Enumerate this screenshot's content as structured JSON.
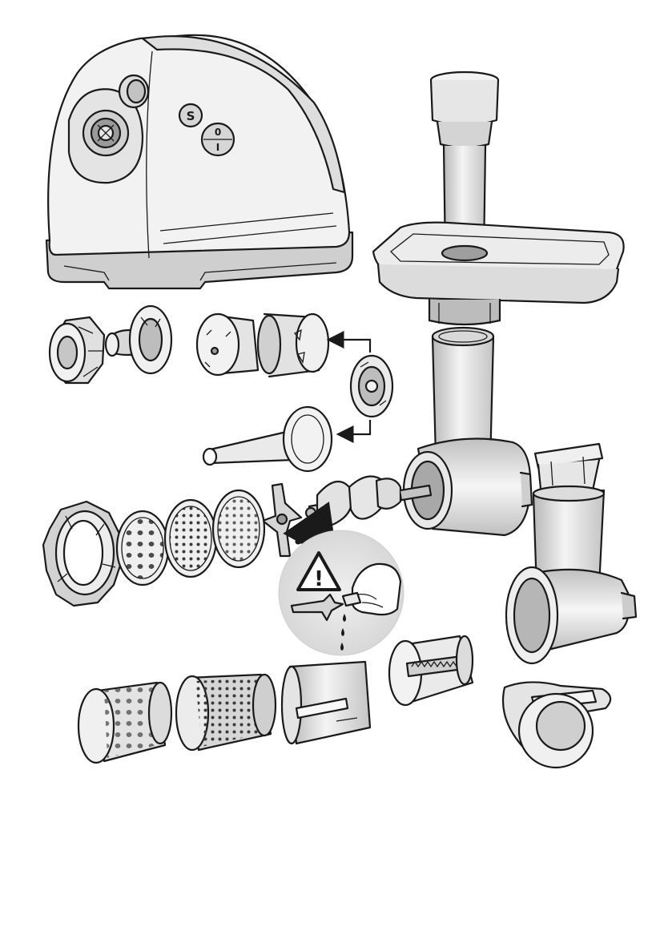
{
  "diagram": {
    "colors": {
      "line": "#1a1a1a",
      "body_light": "#f2f2f2",
      "body_mid": "#dcdcdc",
      "body_dark": "#bdbdbd",
      "metal": "#cfcfcf",
      "warning_bg": "#e6e6e6"
    },
    "motor_unit": {
      "speed_button_symbol": "S",
      "power_switch_top": "0",
      "power_switch_bottom": "I"
    },
    "warning": {
      "symbol": "!"
    },
    "icons": [
      "warning-triangle-icon",
      "curved-arrow-icon",
      "bracket-arrow-icon"
    ]
  }
}
